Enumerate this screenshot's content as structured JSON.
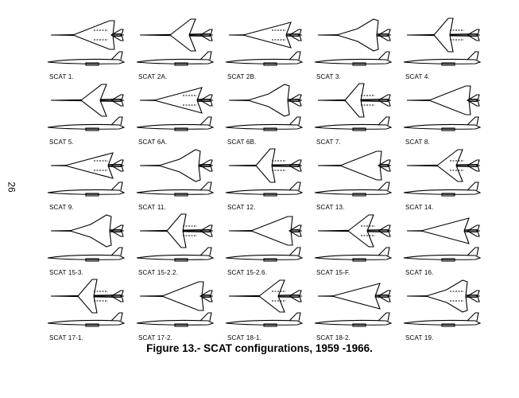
{
  "page": {
    "page_number": "26",
    "caption": "Figure 13.- SCAT configurations, 1959 -1966."
  },
  "configs": [
    "SCAT 1.",
    "SCAT 2A.",
    "SCAT 2B.",
    "SCAT 3.",
    "SCAT 4.",
    "SCAT 5.",
    "SCAT 6A.",
    "SCAT 6B.",
    "SCAT 7.",
    "SCAT 8.",
    "SCAT 9.",
    "SCAT 11.",
    "SCAT 12.",
    "SCAT 13.",
    "SCAT 14.",
    "SCAT 15-3.",
    "SCAT 15-2.2.",
    "SCAT 15-2.6.",
    "SCAT 15-F.",
    "SCAT 16.",
    "SCAT 17-1.",
    "SCAT 17-2.",
    "SCAT 18-1.",
    "SCAT 18-2.",
    "SCAT 19."
  ]
}
